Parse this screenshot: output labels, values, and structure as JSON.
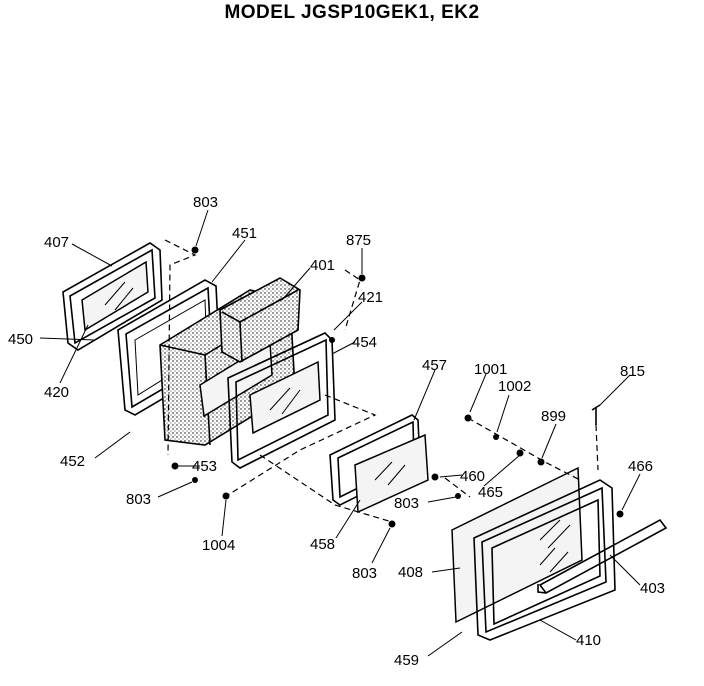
{
  "title": "MODEL JGSP10GEK1, EK2",
  "part_labels": {
    "p407": "407",
    "p803a": "803",
    "p451": "451",
    "p875": "875",
    "p401": "401",
    "p421": "421",
    "p450": "450",
    "p454": "454",
    "p420": "420",
    "p457": "457",
    "p1001": "1001",
    "p1002": "1002",
    "p815": "815",
    "p899": "899",
    "p452": "452",
    "p453": "453",
    "p460": "460",
    "p466": "466",
    "p803b": "803",
    "p465": "465",
    "p803c": "803",
    "p1004": "1004",
    "p458": "458",
    "p803d": "803",
    "p408": "408",
    "p403": "403",
    "p410": "410",
    "p459": "459"
  }
}
